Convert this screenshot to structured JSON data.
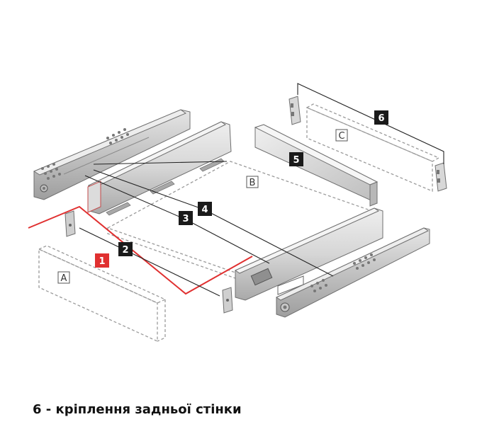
{
  "callouts": {
    "c1": "1",
    "c2": "2",
    "c3": "3",
    "c4": "4",
    "c5": "5",
    "c6": "6"
  },
  "parts": {
    "front_panel": "A",
    "bottom_panel": "B",
    "back_panel": "C"
  },
  "caption": "6 - кріплення задньої стінки",
  "colors": {
    "highlight": "#e03030",
    "callout_box": "#1a1a1a",
    "metal_light": "#d9d9d9",
    "metal_dark": "#9c9c9c",
    "dashed_outline": "#9a9a9a"
  }
}
